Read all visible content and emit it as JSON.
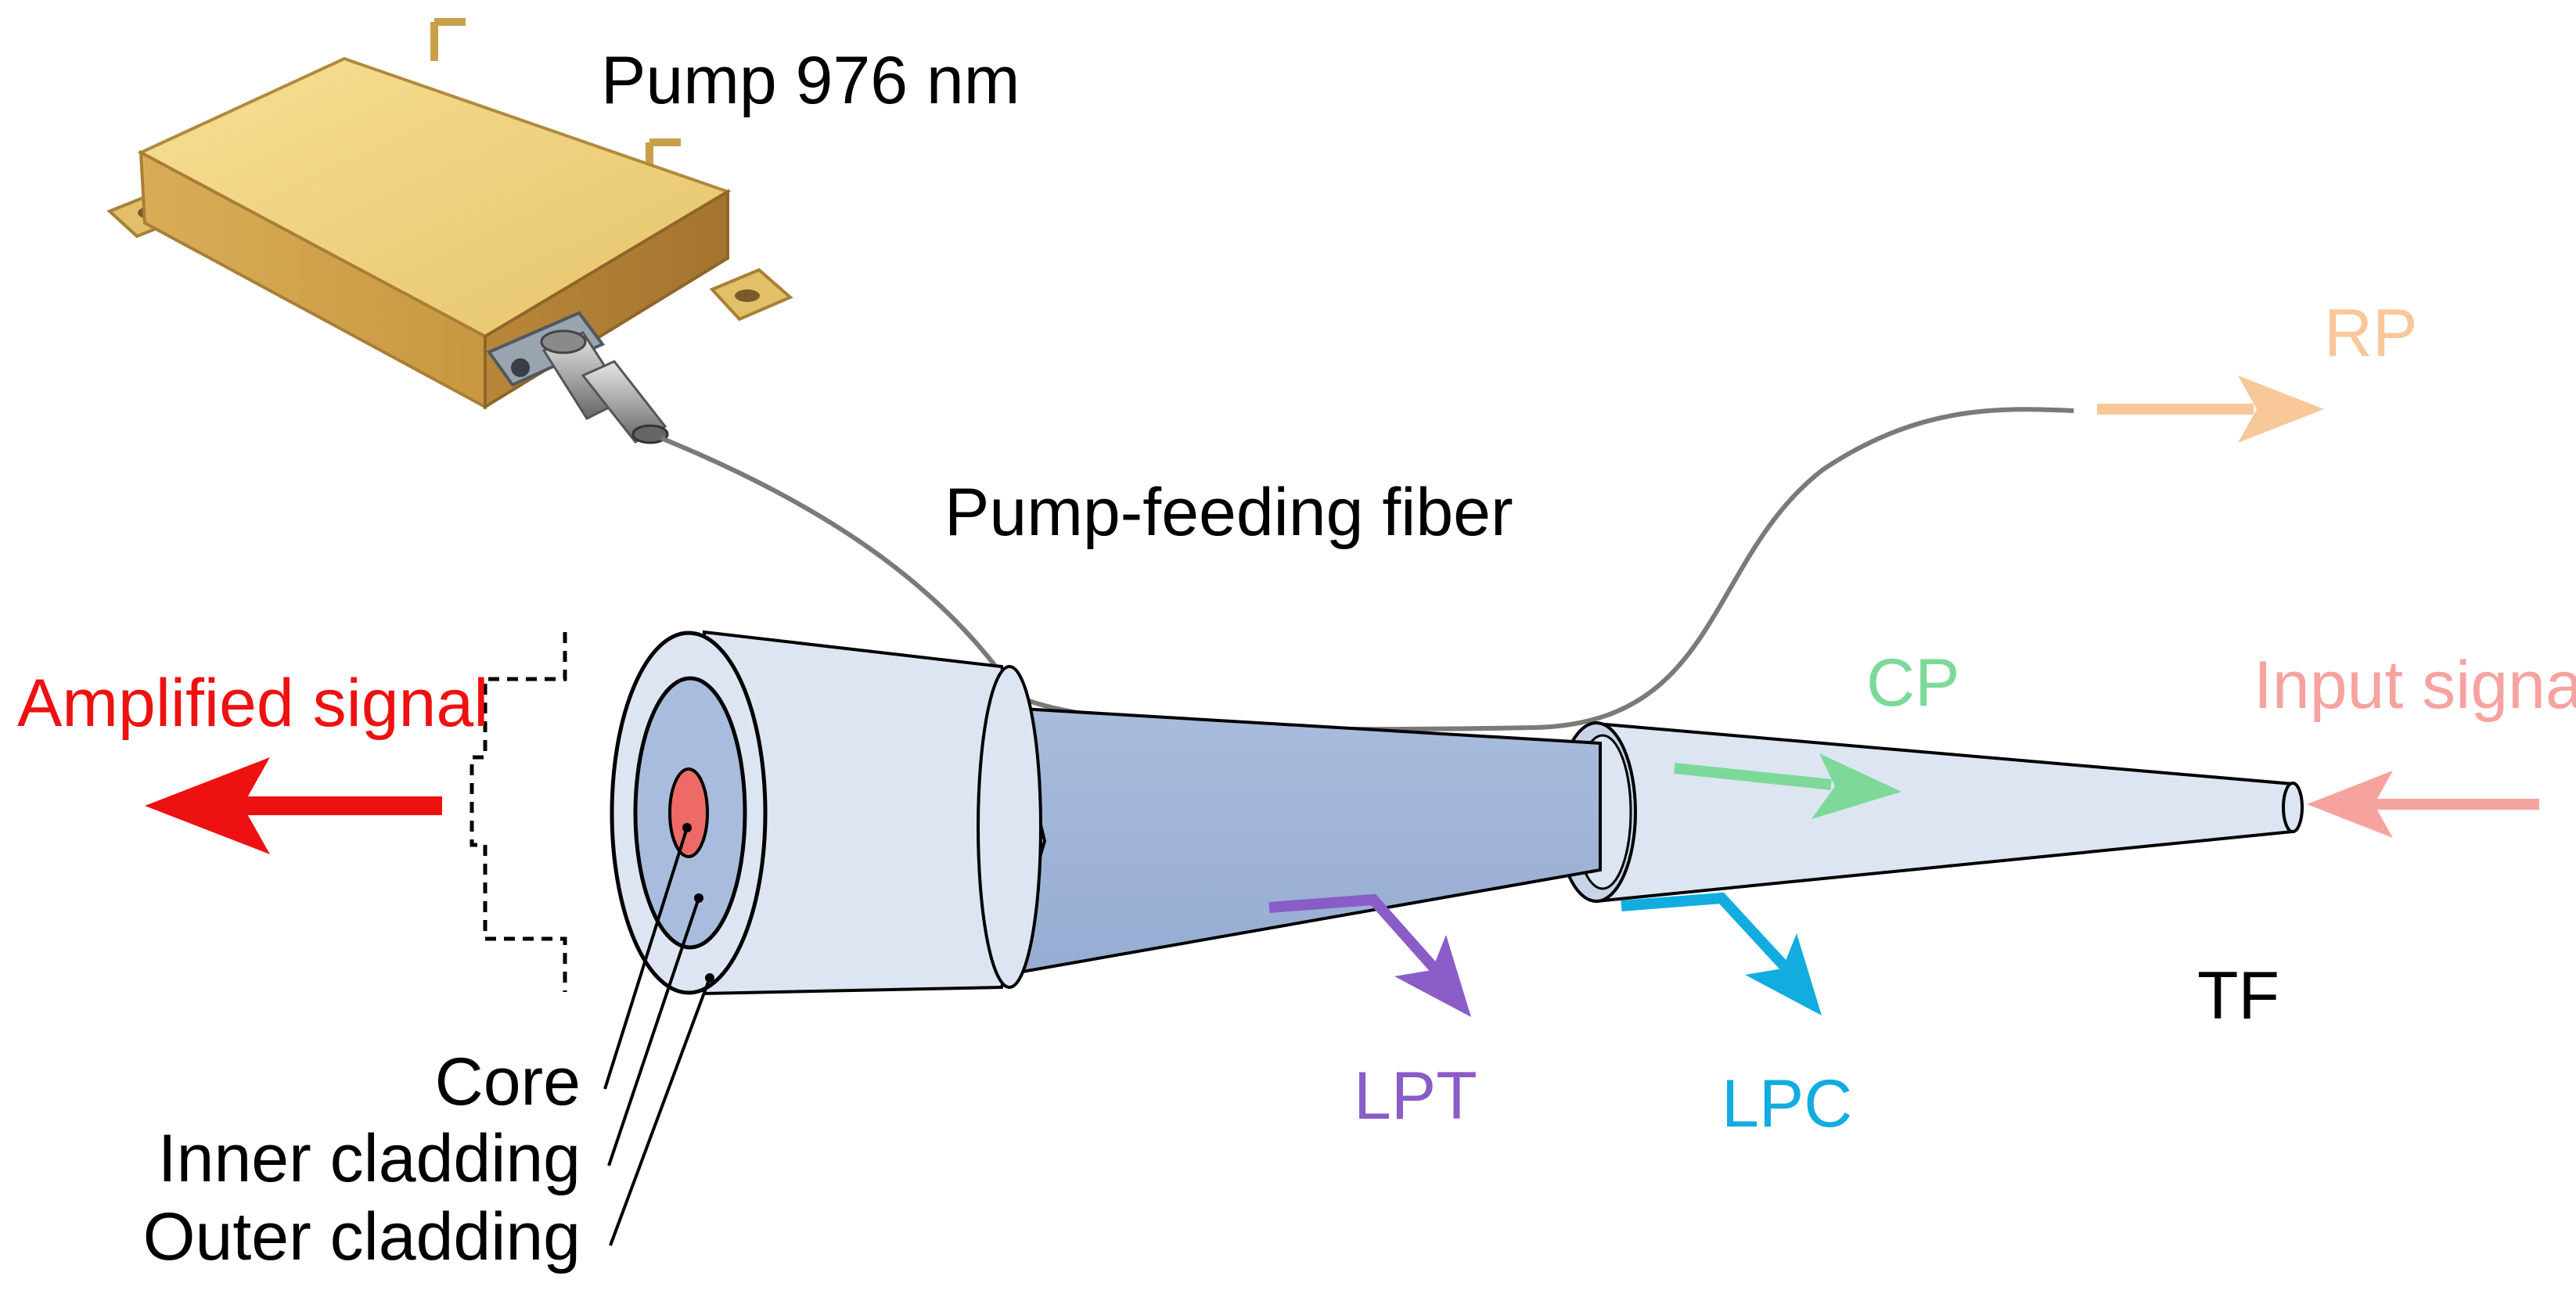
{
  "labels": {
    "pump": "Pump 976 nm",
    "pump_fiber": "Pump-feeding fiber",
    "amplified_signal": "Amplified signal",
    "input_signal": "Input signal",
    "rp": "RP",
    "cp": "CP",
    "lpt": "LPT",
    "lpc": "LPC",
    "tf": "TF",
    "core": "Core",
    "inner_cladding": "Inner cladding",
    "outer_cladding": "Outer cladding"
  },
  "colors": {
    "amplified_signal": "#ee1111",
    "input_signal": "#f6a3a0",
    "rp": "#f8c89a",
    "cp": "#7dd99a",
    "lpt": "#8a5cc8",
    "lpc": "#12ace0",
    "pump_body": "#e9c870",
    "outer_cladding": "#dde5f2",
    "inner_cladding": "#a2b6d8",
    "core": "#ee6a66",
    "fiber": "#7a7a7a",
    "text": "#000000"
  }
}
